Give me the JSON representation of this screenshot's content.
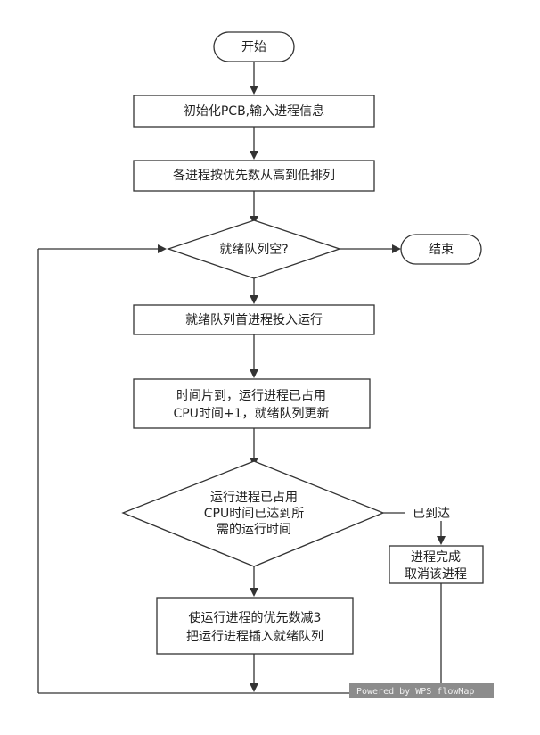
{
  "nodes": {
    "start": "开始",
    "init": "初始化PCB,输入进程信息",
    "sort": "各进程按优先数从高到低排列",
    "check_empty": "就绪队列空?",
    "end": "结束",
    "run_first": "就绪队列首进程投入运行",
    "time_slice": [
      "时间片到，运行进程已占用",
      "CPU时间+1，就绪队列更新"
    ],
    "check_time": [
      "运行进程已占用",
      "CPU时间已达到所",
      "需的运行时间"
    ],
    "reached": "已到达",
    "complete": [
      "进程完成",
      "取消该进程"
    ],
    "reinsert": [
      "使运行进程的优先数减3",
      "把运行进程插入就绪队列"
    ]
  },
  "watermark": "Powered by WPS flowMap",
  "colors": {
    "stroke": "#333333",
    "text": "#222222",
    "watermark": "#8c8c8c"
  }
}
